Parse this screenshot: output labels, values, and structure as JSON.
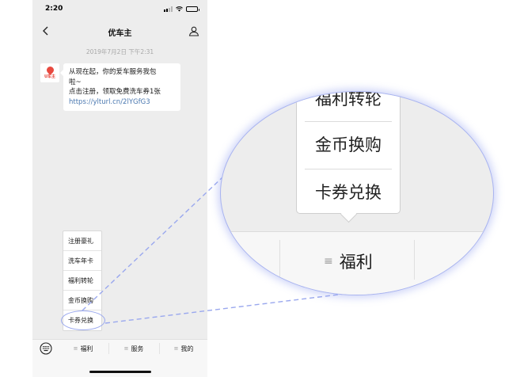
{
  "status_bar": {
    "time": "2:20"
  },
  "nav": {
    "title": "优车主"
  },
  "chat": {
    "timestamp": "2019年7月2日 下午2:31",
    "avatar_logo": "U车主",
    "message_lines": [
      "从现在起，你的爱车服务我包",
      "啦~",
      "点击注册，领取免费洗车券1张"
    ],
    "message_link": "https://ylturl.cn/2lYGfG3"
  },
  "popup_menu": {
    "items": [
      "注册豪礼",
      "洗车年卡",
      "福利转轮",
      "金币换购",
      "卡券兑换"
    ]
  },
  "bottom_tabs": {
    "items": [
      "福利",
      "服务",
      "我的"
    ],
    "menu_mark": "≡"
  },
  "magnified": {
    "items": [
      "福利转轮",
      "金币换购",
      "卡券兑换"
    ],
    "tab_label": "福利",
    "menu_mark": "≡"
  },
  "colors": {
    "highlight": "#9aa8ee",
    "link": "#4a78b0",
    "chat_bg": "#ededed"
  },
  "icons": [
    "back-icon",
    "profile-icon",
    "keyboard-icon",
    "signal-icon",
    "wifi-icon",
    "battery-icon"
  ]
}
